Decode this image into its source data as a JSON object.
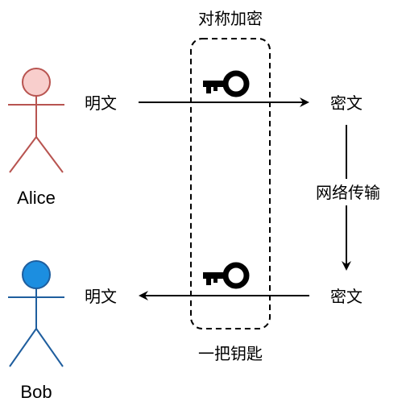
{
  "diagram": {
    "top_label": "对称加密",
    "bottom_label": "一把钥匙",
    "actors": {
      "alice": {
        "name": "Alice",
        "head_fill": "#f8cecc",
        "stroke": "#b85450"
      },
      "bob": {
        "name": "Bob",
        "head_fill": "#1c8ee0",
        "stroke": "#1f5e9e"
      }
    },
    "alice_plaintext": "明文",
    "top_ciphertext": "密文",
    "transfer_label": "网络传输",
    "bottom_ciphertext": "密文",
    "bob_plaintext": "明文",
    "key_icon": "key-icon"
  }
}
